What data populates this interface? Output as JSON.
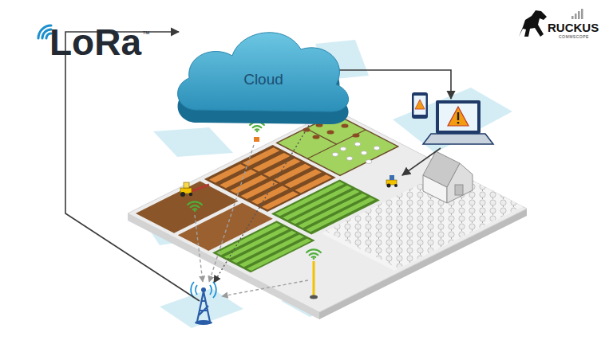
{
  "diagram": {
    "nodes": [
      {
        "text": [
          "Cloud"
        ]
      }
    ],
    "labels": [
      "LoRa",
      "™",
      "RUCKUS",
      "COMMSCOPE"
    ]
  }
}
